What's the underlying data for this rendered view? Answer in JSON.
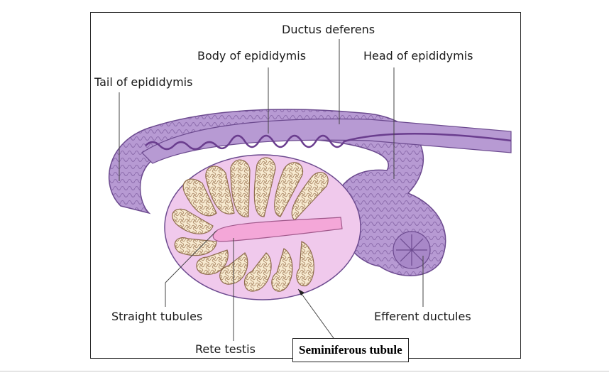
{
  "labels": {
    "ductus_deferens": "Ductus deferens",
    "body_of_epididymis": "Body of epididymis",
    "head_of_epididymis": "Head of epididymis",
    "tail_of_epididymis": "Tail of epididymis",
    "straight_tubules": "Straight tubules",
    "rete_testis": "Rete testis",
    "efferent_ductules": "Efferent ductules",
    "seminiferous_tubule": "Seminiferous tubule"
  },
  "colors": {
    "epididymis_fill": "#b79ad3",
    "epididymis_outline": "#6c4a8f",
    "duct_line": "#6a3d8e",
    "testis_fill": "#f0c9ec",
    "lobule_fill": "#f7ead0",
    "rete_fill": "#f4a7d8",
    "leader_line": "#444444"
  }
}
